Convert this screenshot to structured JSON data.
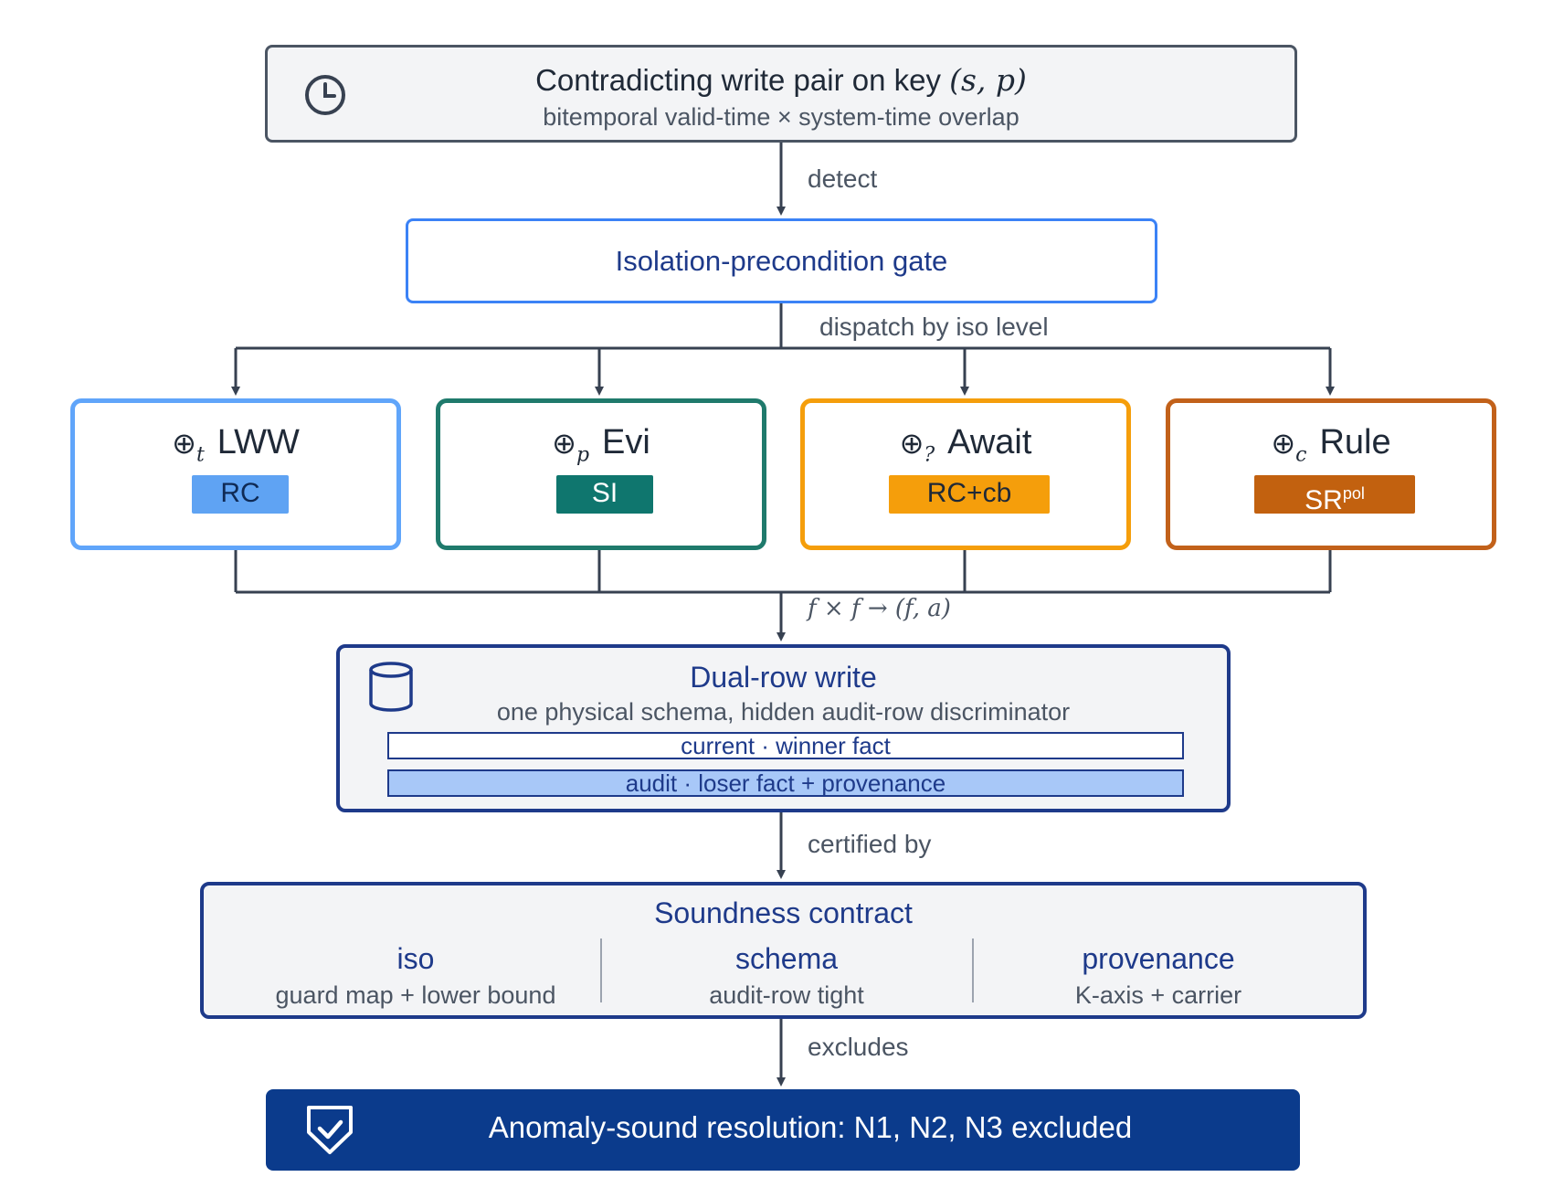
{
  "input": {
    "title": "Contradicting write pair on key",
    "key": "(s, p)",
    "subtitle": "bitemporal valid-time × system-time overlap",
    "icon": "clock-icon"
  },
  "edges": {
    "detect": "detect",
    "dispatch": "dispatch by iso level",
    "merge": "f × f → (f, a)",
    "certified": "certified by",
    "excludes": "excludes"
  },
  "gate": {
    "title": "Isolation-precondition gate"
  },
  "operators": [
    {
      "symbol": "⊕",
      "sub": "t",
      "name": "LWW",
      "badge": "RC",
      "color": "#60a5fa"
    },
    {
      "symbol": "⊕",
      "sub": "p",
      "name": "Evi",
      "badge": "SI",
      "color": "#0f766e"
    },
    {
      "symbol": "⊕",
      "sub": "?",
      "name": "Await",
      "badge": "RC+cb",
      "color": "#f59e0b"
    },
    {
      "symbol": "⊕",
      "sub": "c",
      "name": "Rule",
      "badge": "SR",
      "badge_sup": "pol",
      "color": "#c2610f"
    }
  ],
  "dual": {
    "title": "Dual-row write",
    "subtitle": "one physical schema, hidden audit-row discriminator",
    "current_row": "current  ·  winner fact",
    "audit_row": "audit  ·  loser fact + provenance",
    "icon": "database-icon"
  },
  "contract": {
    "title": "Soundness contract",
    "columns": [
      {
        "heading": "iso",
        "detail": "guard map + lower bound"
      },
      {
        "heading": "schema",
        "detail": "audit-row tight"
      },
      {
        "heading": "provenance",
        "detail": "K-axis + carrier"
      }
    ]
  },
  "result": {
    "title": "Anomaly-sound resolution: N1, N2, N3 excluded",
    "icon": "shield-check-icon"
  }
}
